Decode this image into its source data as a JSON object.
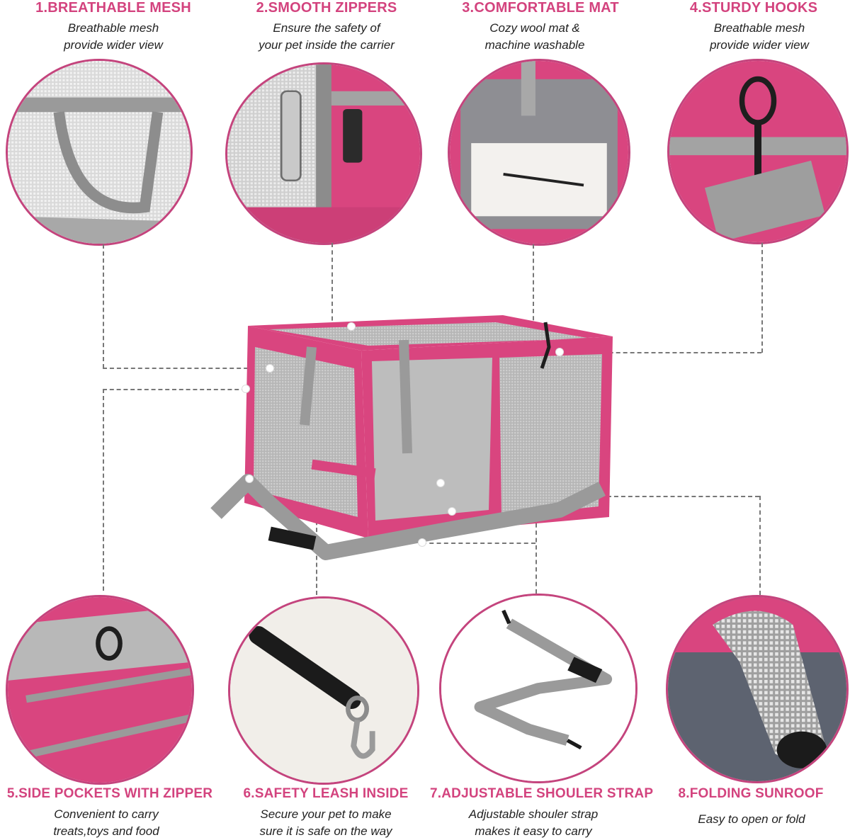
{
  "features": [
    {
      "title": "1.BREATHABLE MESH",
      "desc": [
        "Breathable mesh",
        "provide wider view"
      ]
    },
    {
      "title": "2.SMOOTH ZIPPERS",
      "desc": [
        "Ensure the safety of",
        "your pet inside the carrier"
      ]
    },
    {
      "title": "3.COMFORTABLE MAT",
      "desc": [
        "Cozy wool mat &",
        "machine washable"
      ]
    },
    {
      "title": "4.STURDY HOOKS",
      "desc": [
        "Breathable mesh",
        "provide wider view"
      ]
    },
    {
      "title": "5.SIDE POCKETS WITH ZIPPER",
      "desc": [
        "Convenient to carry",
        "treats,toys and food"
      ]
    },
    {
      "title": "6.SAFETY LEASH INSIDE",
      "desc": [
        "Secure your pet to make",
        "sure it is safe on the way"
      ]
    },
    {
      "title": "7.ADJUSTABLE SHOULER STRAP",
      "desc": [
        "Adjustable shouler strap",
        "makes it easy to carry"
      ]
    },
    {
      "title": "8.FOLDING SUNROOF",
      "desc": [
        "Easy to open or fold"
      ]
    }
  ],
  "colors": {
    "accent": "#d3437e",
    "carrier_pink": "#d9457f",
    "strap_gray": "#9a9a9a",
    "mesh_gray": "#b8b8b8"
  }
}
